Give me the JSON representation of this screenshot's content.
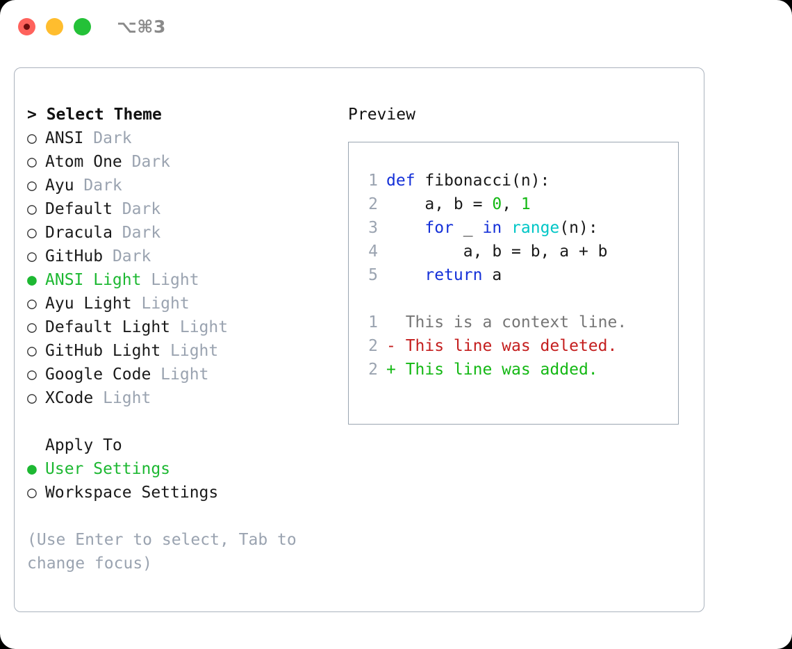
{
  "window": {
    "shortcut_label": "⌥⌘3",
    "traffic_lights": [
      {
        "name": "close",
        "color": "#ff625c"
      },
      {
        "name": "minimize",
        "color": "#ffbd2e"
      },
      {
        "name": "maximize",
        "color": "#24c138"
      }
    ]
  },
  "colors": {
    "accent_selected": "#1db832",
    "muted_text": "#9aa3b0",
    "border": "#aab2bd",
    "preview_border": "#9aa5b1",
    "keyword": "#1430d8",
    "number": "#14b814",
    "builtin": "#00c6c6",
    "diff_deleted": "#c41e1e",
    "diff_added": "#14b814",
    "diff_context": "#767676"
  },
  "theme_list": {
    "title": "> Select Theme",
    "marker_selected": "●",
    "marker_unselected": "○",
    "items": [
      {
        "name": "ANSI",
        "variant": "Dark",
        "selected": false
      },
      {
        "name": "Atom One",
        "variant": "Dark",
        "selected": false
      },
      {
        "name": "Ayu",
        "variant": "Dark",
        "selected": false
      },
      {
        "name": "Default",
        "variant": "Dark",
        "selected": false
      },
      {
        "name": "Dracula",
        "variant": "Dark",
        "selected": false
      },
      {
        "name": "GitHub",
        "variant": "Dark",
        "selected": false
      },
      {
        "name": "ANSI Light",
        "variant": "Light",
        "selected": true
      },
      {
        "name": "Ayu Light",
        "variant": "Light",
        "selected": false
      },
      {
        "name": "Default Light",
        "variant": "Light",
        "selected": false
      },
      {
        "name": "GitHub Light",
        "variant": "Light",
        "selected": false
      },
      {
        "name": "Google Code",
        "variant": "Light",
        "selected": false
      },
      {
        "name": "XCode",
        "variant": "Light",
        "selected": false
      }
    ]
  },
  "apply_to": {
    "header": "Apply To",
    "items": [
      {
        "name": "User Settings",
        "selected": true
      },
      {
        "name": "Workspace Settings",
        "selected": false
      }
    ]
  },
  "hint": "(Use Enter to select, Tab to change focus)",
  "preview": {
    "label": "Preview",
    "code_lines": [
      {
        "number": "1",
        "tokens": [
          {
            "text": "def ",
            "kind": "kw"
          },
          {
            "text": "fibonacci(n):",
            "kind": "plain"
          }
        ]
      },
      {
        "number": "2",
        "tokens": [
          {
            "text": "    a, b = ",
            "kind": "plain"
          },
          {
            "text": "0",
            "kind": "num"
          },
          {
            "text": ", ",
            "kind": "plain"
          },
          {
            "text": "1",
            "kind": "num"
          }
        ]
      },
      {
        "number": "3",
        "tokens": [
          {
            "text": "    ",
            "kind": "plain"
          },
          {
            "text": "for",
            "kind": "kw"
          },
          {
            "text": " _ ",
            "kind": "plain"
          },
          {
            "text": "in",
            "kind": "kw"
          },
          {
            "text": " ",
            "kind": "plain"
          },
          {
            "text": "range",
            "kind": "built"
          },
          {
            "text": "(n):",
            "kind": "plain"
          }
        ]
      },
      {
        "number": "4",
        "tokens": [
          {
            "text": "        a, b = b, a + b",
            "kind": "plain"
          }
        ]
      },
      {
        "number": "5",
        "tokens": [
          {
            "text": "    ",
            "kind": "plain"
          },
          {
            "text": "return",
            "kind": "kw"
          },
          {
            "text": " a",
            "kind": "plain"
          }
        ]
      }
    ],
    "diff_lines": [
      {
        "number": "1",
        "sign": " ",
        "text": "This is a context line.",
        "kind": "ctx"
      },
      {
        "number": "2",
        "sign": "-",
        "text": "This line was deleted.",
        "kind": "del"
      },
      {
        "number": "2",
        "sign": "+",
        "text": "This line was added.",
        "kind": "add"
      }
    ]
  }
}
